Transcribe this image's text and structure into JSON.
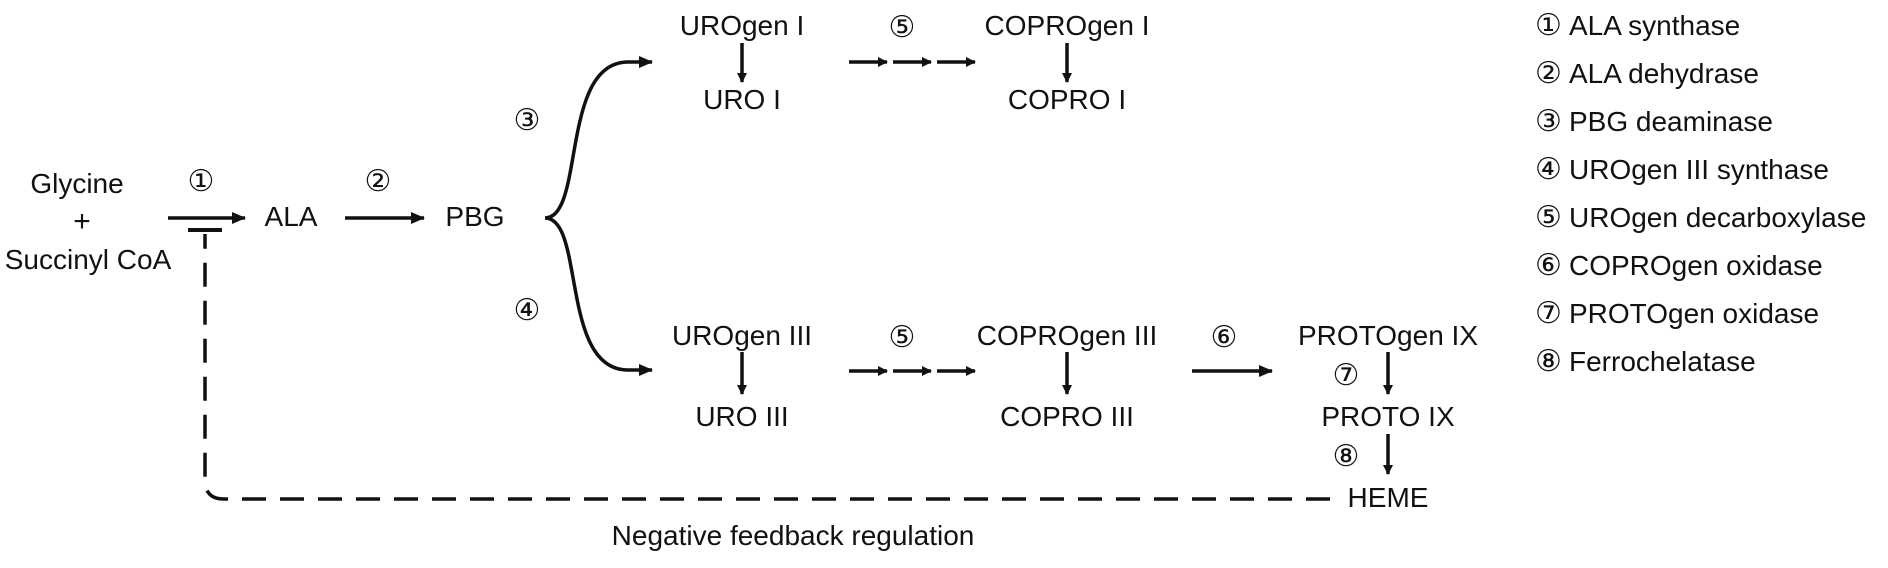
{
  "compounds": {
    "glycine": "Glycine",
    "plus": "+",
    "succinyl_coa": "Succinyl CoA",
    "ala": "ALA",
    "pbg": "PBG",
    "urogen_1": "UROgen I",
    "uro_1": "URO I",
    "coprogen_1": "COPROgen I",
    "copro_1": "COPRO I",
    "urogen_3": "UROgen III",
    "uro_3": "URO III",
    "coprogen_3": "COPROgen III",
    "copro_3": "COPRO III",
    "protogen_9": "PROTOgen IX",
    "proto_9": "PROTO IX",
    "heme": "HEME"
  },
  "step_markers": {
    "s1": "①",
    "s2": "②",
    "s3": "③",
    "s4": "④",
    "s5_top": "⑤",
    "s5_bottom": "⑤",
    "s6": "⑥",
    "s7": "⑦",
    "s8": "⑧"
  },
  "feedback_label": "Negative feedback regulation",
  "legend": [
    {
      "num": "①",
      "enzyme": "ALA synthase"
    },
    {
      "num": "②",
      "enzyme": "ALA dehydrase"
    },
    {
      "num": "③",
      "enzyme": "PBG deaminase"
    },
    {
      "num": "④",
      "enzyme": "UROgen III synthase"
    },
    {
      "num": "⑤",
      "enzyme": "UROgen decarboxylase"
    },
    {
      "num": "⑥",
      "enzyme": "COPROgen oxidase"
    },
    {
      "num": "⑦",
      "enzyme": "PROTOgen oxidase"
    },
    {
      "num": "⑧",
      "enzyme": "Ferrochelatase"
    }
  ]
}
